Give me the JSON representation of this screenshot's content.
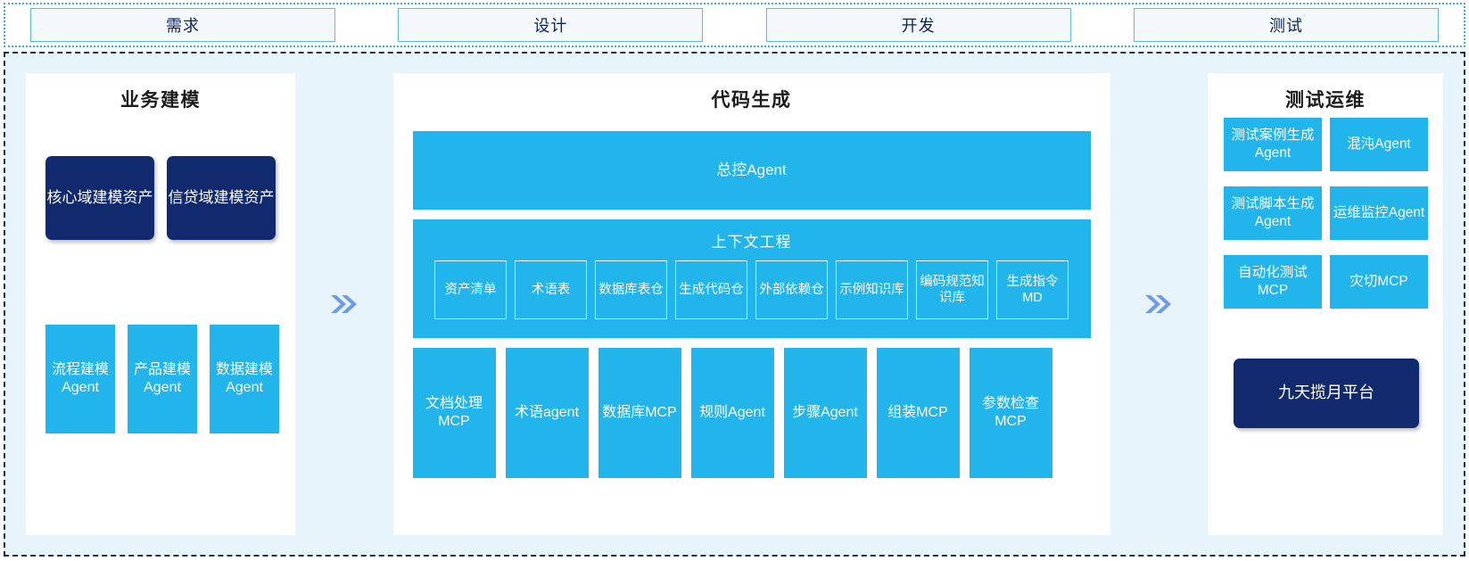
{
  "phases": [
    {
      "label": "需求"
    },
    {
      "label": "设计"
    },
    {
      "label": "开发"
    },
    {
      "label": "测试"
    }
  ],
  "separators": {
    "glyph": "»",
    "name": "double-chevron-right"
  },
  "colors": {
    "accent_blue": "#22b5ec",
    "navy": "#11296d",
    "canvas_bg": "#e8f4fc",
    "panel_bg": "#ffffff",
    "phase_border": "#5fbcd8",
    "chevron": "#6f9ae8",
    "outer_dotted_border": "#2bb3e0",
    "main_dashed_border": "#1b2f4e"
  },
  "business_modeling": {
    "title": "业务建模",
    "assets": [
      {
        "label": "核心域建模资产"
      },
      {
        "label": "信贷域建模资产"
      }
    ],
    "agents": [
      {
        "label": "流程建模Agent"
      },
      {
        "label": "产品建模Agent"
      },
      {
        "label": "数据建模Agent"
      }
    ]
  },
  "code_generation": {
    "title": "代码生成",
    "master_agent": "总控Agent",
    "context_engineering": {
      "title": "上下文工程",
      "items": [
        {
          "label": "资产清单"
        },
        {
          "label": "术语表"
        },
        {
          "label": "数据库表仓"
        },
        {
          "label": "生成代码仓"
        },
        {
          "label": "外部依赖仓"
        },
        {
          "label": "示例知识库"
        },
        {
          "label": "编码规范知识库"
        },
        {
          "label": "生成指令MD"
        }
      ]
    },
    "tools": [
      {
        "label": "文档处理MCP"
      },
      {
        "label": "术语agent"
      },
      {
        "label": "数据库MCP"
      },
      {
        "label": "规则Agent"
      },
      {
        "label": "步骤Agent"
      },
      {
        "label": "组装MCP"
      },
      {
        "label": "参数检查MCP"
      }
    ]
  },
  "test_ops": {
    "title": "测试运维",
    "items": [
      {
        "label": "测试案例生成Agent"
      },
      {
        "label": "混沌Agent"
      },
      {
        "label": "测试脚本生成Agent"
      },
      {
        "label": "运维监控Agent"
      },
      {
        "label": "自动化测试MCP"
      },
      {
        "label": "灾切MCP"
      }
    ],
    "platform": "九天揽月平台"
  }
}
